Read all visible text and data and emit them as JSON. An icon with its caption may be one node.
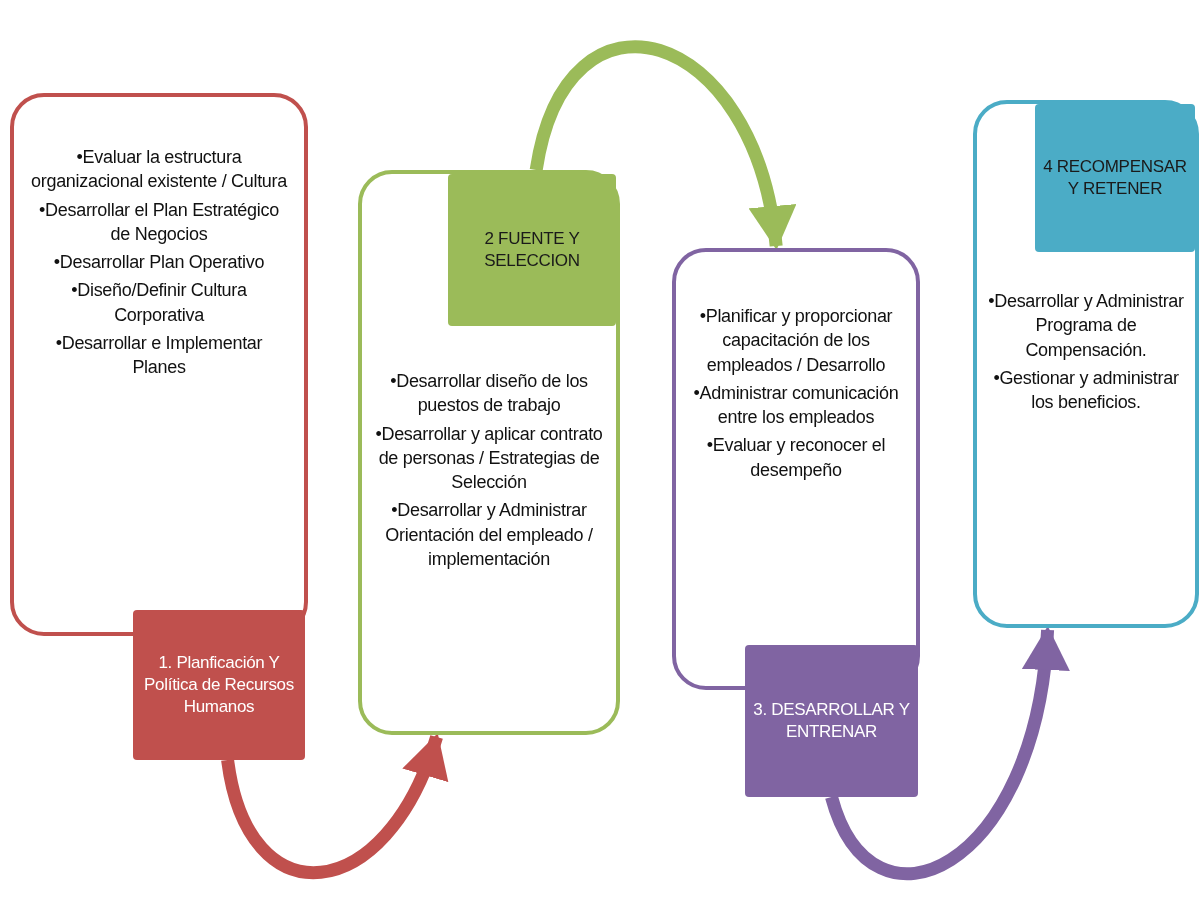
{
  "diagram": {
    "nodes": [
      {
        "text": [
          "•Evaluar la estructura organizacional existente / Cultura",
          "•Desarrollar el Plan Estratégico de Negocios",
          "•Desarrollar Plan Operativo",
          "•Diseño/Definir Cultura Corporativa",
          "•Desarrollar e Implementar Planes"
        ]
      },
      {
        "text": [
          "1. Planficación Y Política de Recursos Humanos"
        ]
      },
      {
        "text": [
          "•Desarrollar diseño de los puestos de trabajo",
          "•Desarrollar y aplicar contrato de personas / Estrategias de Selección",
          "•Desarrollar y Administrar Orientación del empleado / implementación"
        ]
      },
      {
        "text": [
          "2 FUENTE Y SELECCION"
        ],
        "in": 2
      },
      {
        "text": [
          "•Planificar y proporcionar capacitación de los empleados / Desarrollo",
          "•Administrar comunicación entre los empleados",
          "•Evaluar y reconocer el desempeño"
        ]
      },
      {
        "text": [
          "3. DESARROLLAR Y ENTRENAR"
        ]
      },
      {
        "text": [
          "•Desarrollar y Administrar Programa de Compensación.",
          "•Gestionar y administrar los beneficios."
        ]
      },
      {
        "text": [
          "4 RECOMPENSAR Y RETENER"
        ],
        "in": 6
      }
    ],
    "edges": [
      {
        "from": 1,
        "to": 2,
        "arrow": "to",
        "color": "#c0504d"
      },
      {
        "from": 2,
        "to": 4,
        "arrow": "to",
        "color": "#9bbb59"
      },
      {
        "from": 5,
        "to": 6,
        "arrow": "to",
        "color": "#8064a2"
      }
    ]
  }
}
